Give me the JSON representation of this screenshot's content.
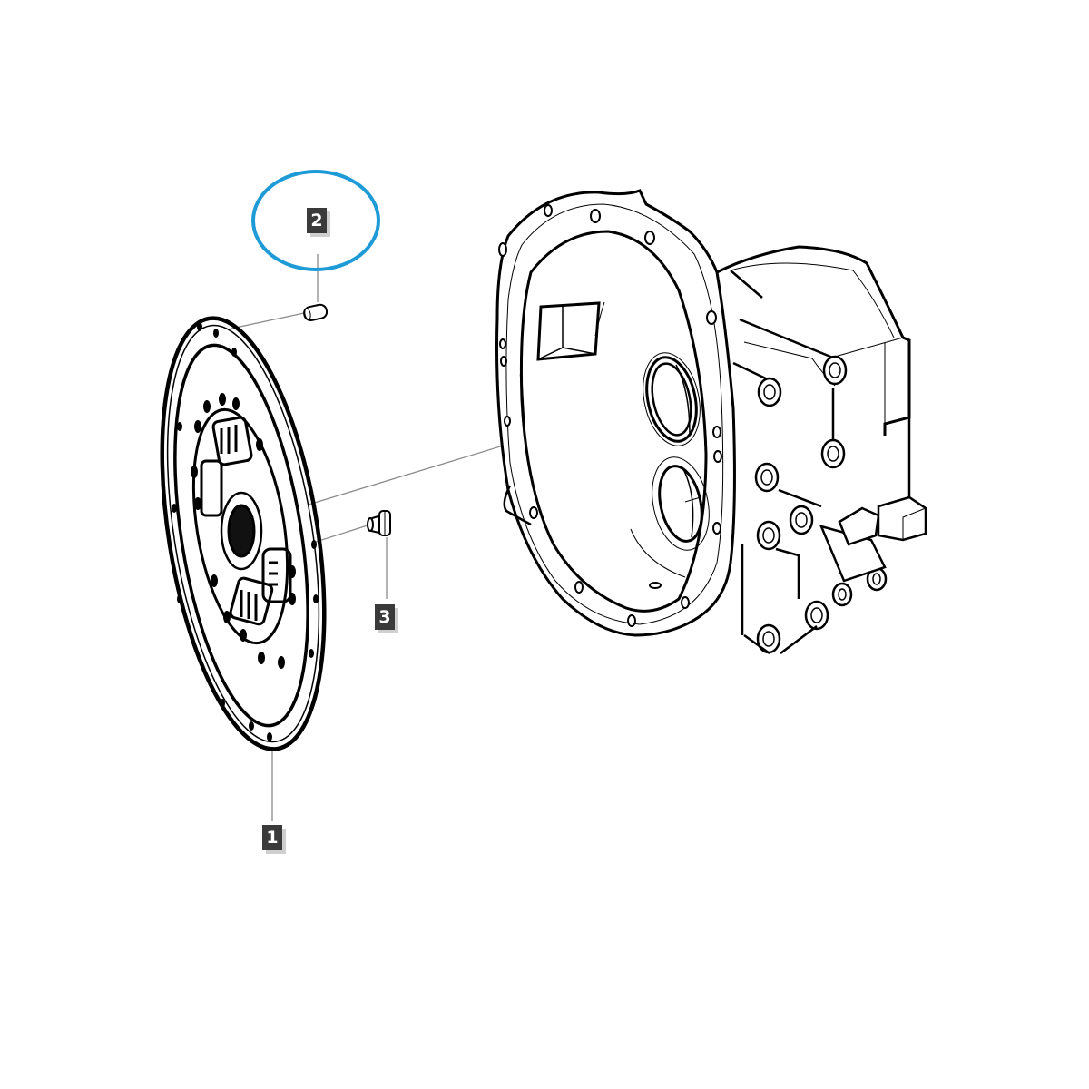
{
  "diagram": {
    "type": "exploded-parts-diagram",
    "parts": [
      {
        "id": "1",
        "label": "1",
        "description": "clutch disc"
      },
      {
        "id": "2",
        "label": "2",
        "description": "dowel pin"
      },
      {
        "id": "3",
        "label": "3",
        "description": "bolt"
      },
      {
        "id": "housing",
        "label": "",
        "description": "clutch bell housing"
      }
    ],
    "highlighted_part": "2",
    "colors": {
      "highlight": "#1e9bd7",
      "callout_bg": "#3a3a3a",
      "callout_text": "#ffffff",
      "callout_shadow": "#cfcfcf",
      "line_art": "#000000",
      "leader_line": "#8a8a8a"
    }
  },
  "callouts": {
    "c1": "1",
    "c2": "2",
    "c3": "3"
  }
}
